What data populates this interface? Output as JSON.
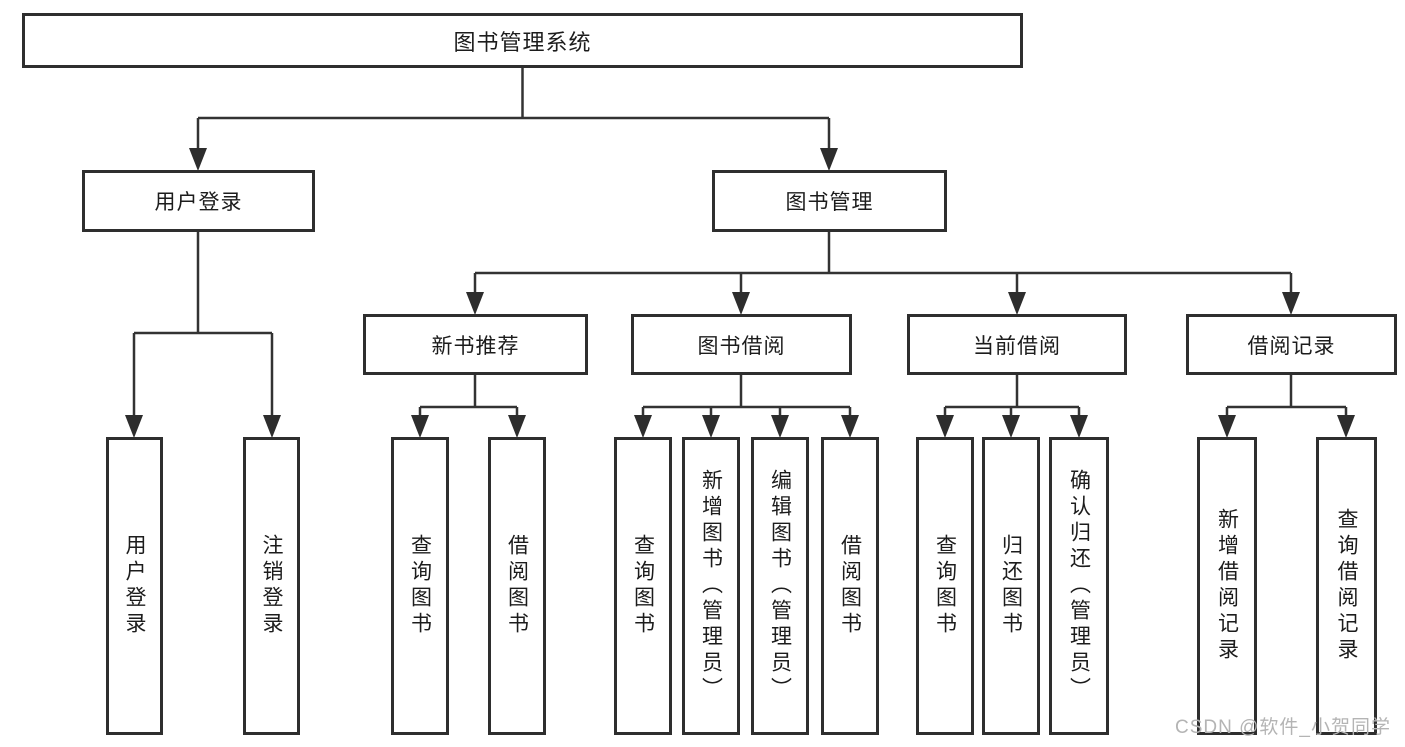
{
  "tree": {
    "label": "图书管理系统",
    "children": [
      {
        "label": "用户登录",
        "children": [
          {
            "label": "用户登录"
          },
          {
            "label": "注销登录"
          }
        ]
      },
      {
        "label": "图书管理",
        "children": [
          {
            "label": "新书推荐",
            "children": [
              {
                "label": "查询图书"
              },
              {
                "label": "借阅图书"
              }
            ]
          },
          {
            "label": "图书借阅",
            "children": [
              {
                "label": "查询图书"
              },
              {
                "label": "新增图书（管理员）"
              },
              {
                "label": "编辑图书（管理员）"
              },
              {
                "label": "借阅图书"
              }
            ]
          },
          {
            "label": "当前借阅",
            "children": [
              {
                "label": "查询图书"
              },
              {
                "label": "归还图书"
              },
              {
                "label": "确认归还（管理员）"
              }
            ]
          },
          {
            "label": "借阅记录",
            "children": [
              {
                "label": "新增借阅记录"
              },
              {
                "label": "查询借阅记录"
              }
            ]
          }
        ]
      }
    ]
  },
  "watermark": "CSDN @软件_小贺同学",
  "colors": {
    "box_border": "#2e2e2e",
    "connector_line": "#333333",
    "text": "#1c1c1c",
    "watermark_text": "#b4b4b4",
    "background": "#ffffff"
  }
}
